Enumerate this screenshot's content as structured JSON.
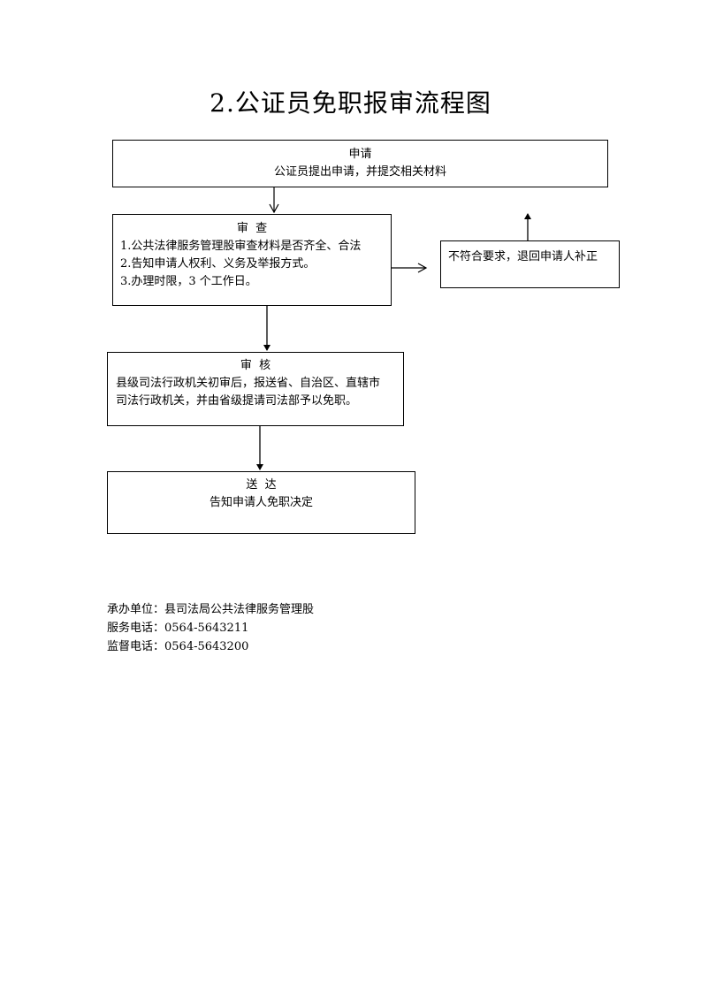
{
  "title": "2.公证员免职报审流程图",
  "steps": {
    "apply": {
      "heading": "申请",
      "lines": [
        "公证员提出申请，并提交相关材料"
      ]
    },
    "review": {
      "heading": "审  查",
      "lines": [
        "1.公共法律服务管理股审查材料是否齐全、合法",
        "2.告知申请人权利、义务及举报方式。",
        "3.办理时限，3 个工作日。"
      ]
    },
    "reject": {
      "lines": [
        "不符合要求，退回申请人补正"
      ]
    },
    "audit": {
      "heading": "审  核",
      "lines": [
        "县级司法行政机关初审后，报送省、自治区、直辖市",
        "司法行政机关，并由省级提请司法部予以免职。"
      ]
    },
    "deliver": {
      "heading": "送  达",
      "lines": [
        "告知申请人免职决定"
      ]
    }
  },
  "footer": {
    "unit": "承办单位：县司法局公共法律服务管理股",
    "service_phone": "服务电话：0564-5643211",
    "supervise_phone": "监督电话：0564-5643200"
  }
}
